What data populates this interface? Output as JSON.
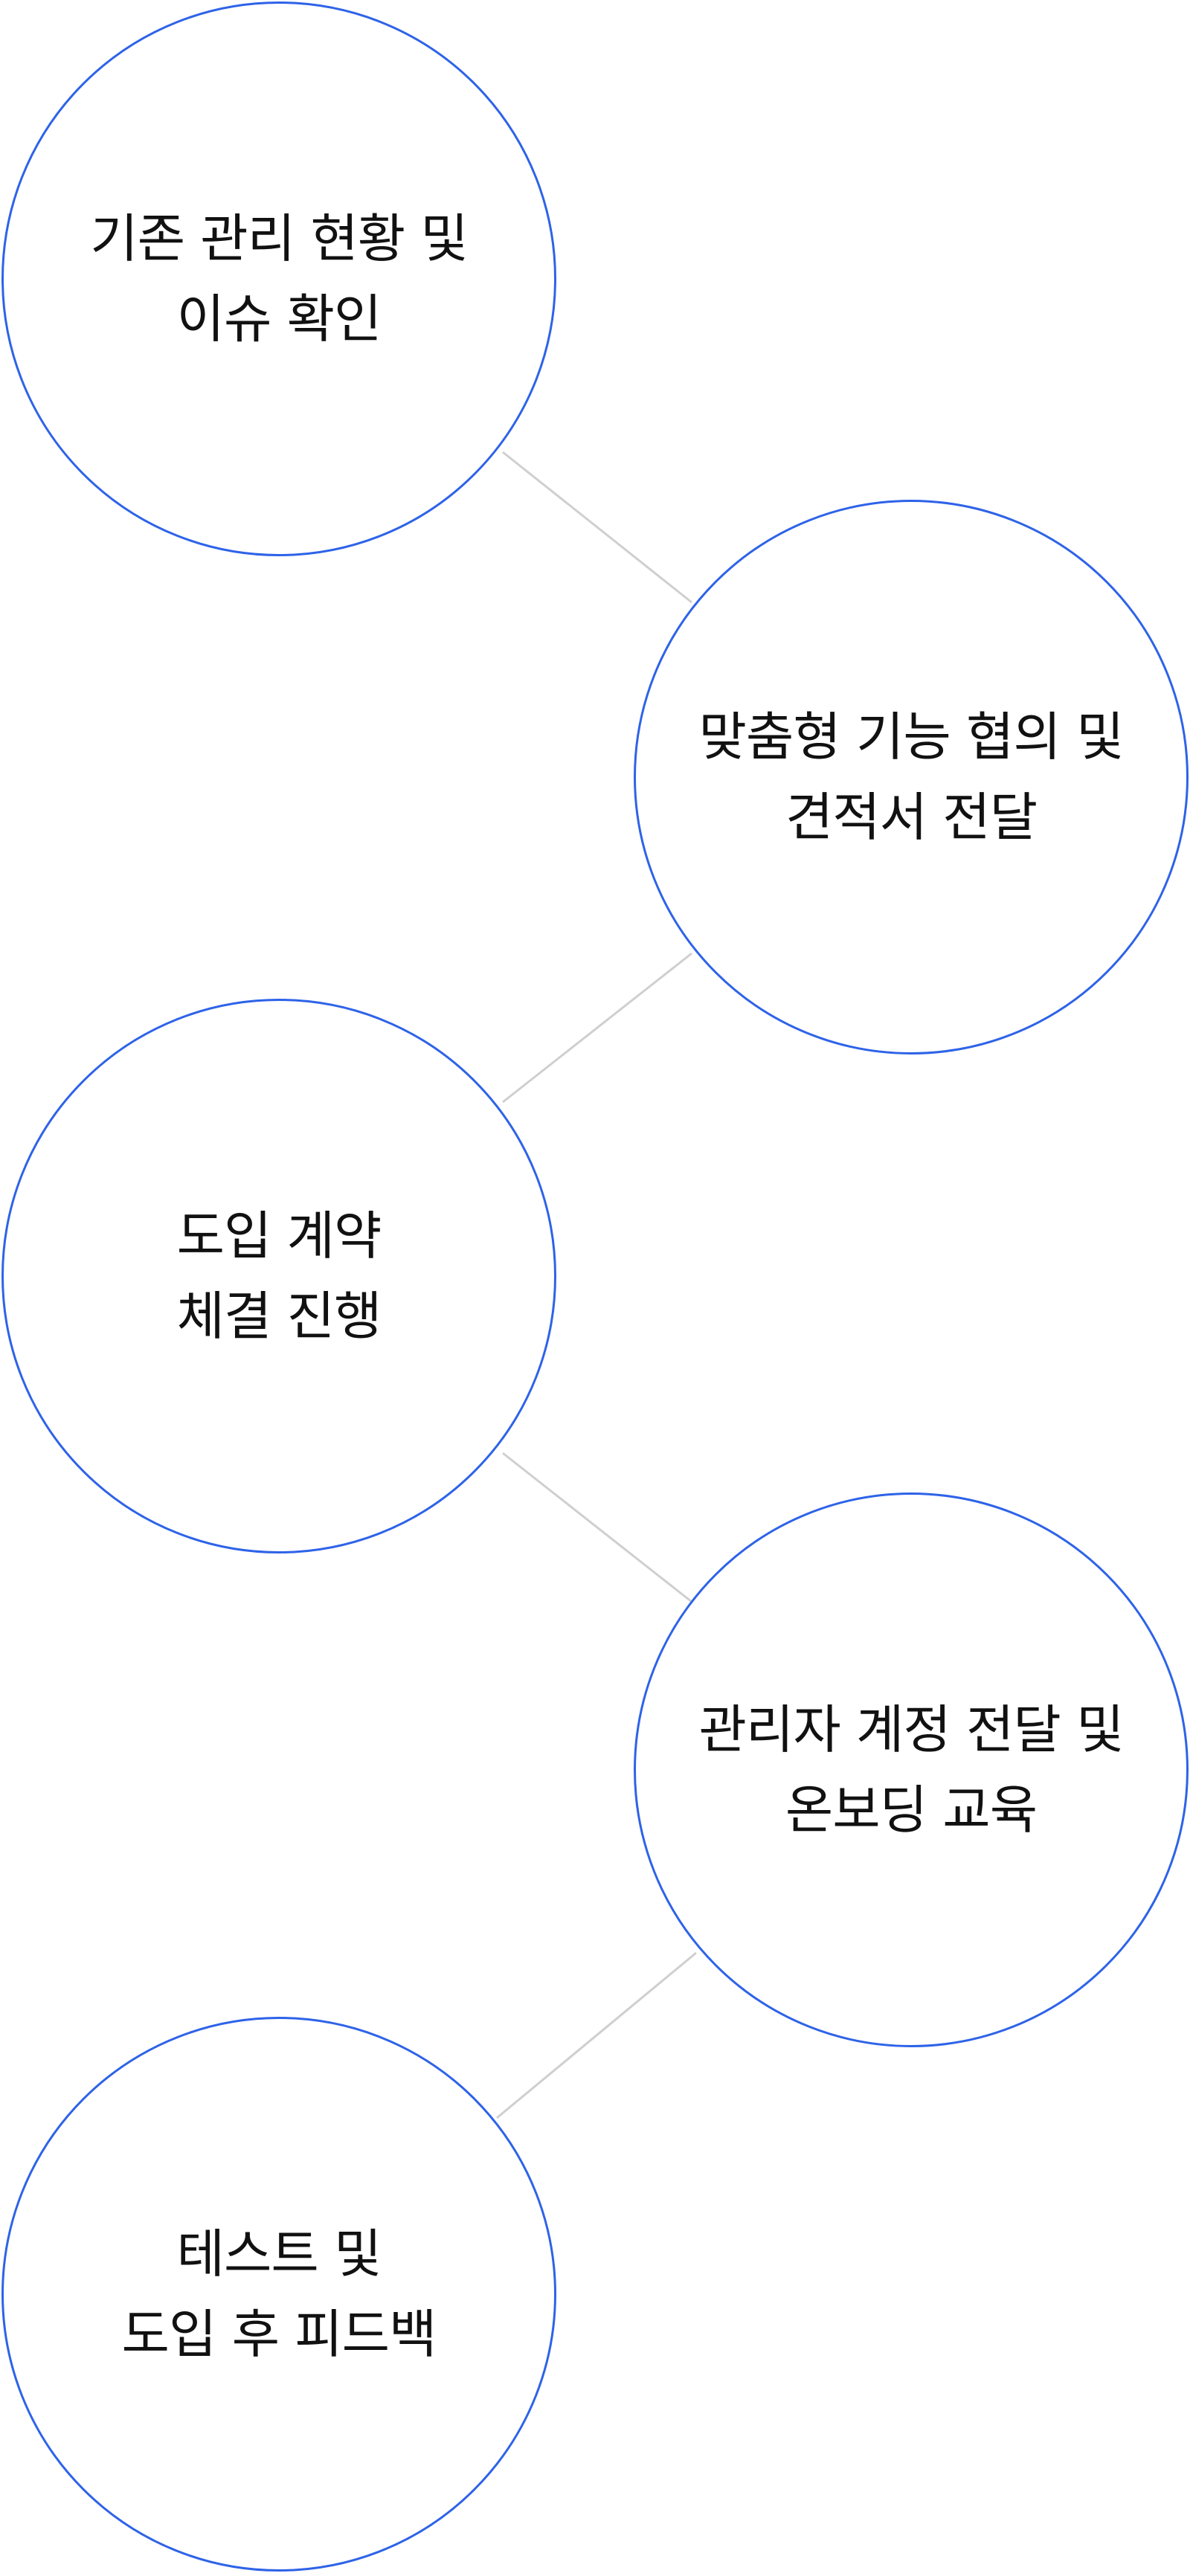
{
  "colors": {
    "circle_border": "#2e63e8",
    "connector": "#cfcfcf",
    "text": "#111111",
    "background": "#ffffff"
  },
  "steps": [
    {
      "lines": [
        "기존 관리 현황 및",
        "이슈 확인"
      ]
    },
    {
      "lines": [
        "맞춤형 기능 협의 및",
        "견적서 전달"
      ]
    },
    {
      "lines": [
        "도입 계약",
        "체결 진행"
      ]
    },
    {
      "lines": [
        "관리자 계정 전달 및",
        "온보딩 교육"
      ]
    },
    {
      "lines": [
        "테스트 및",
        "도입 후 피드백"
      ]
    }
  ]
}
